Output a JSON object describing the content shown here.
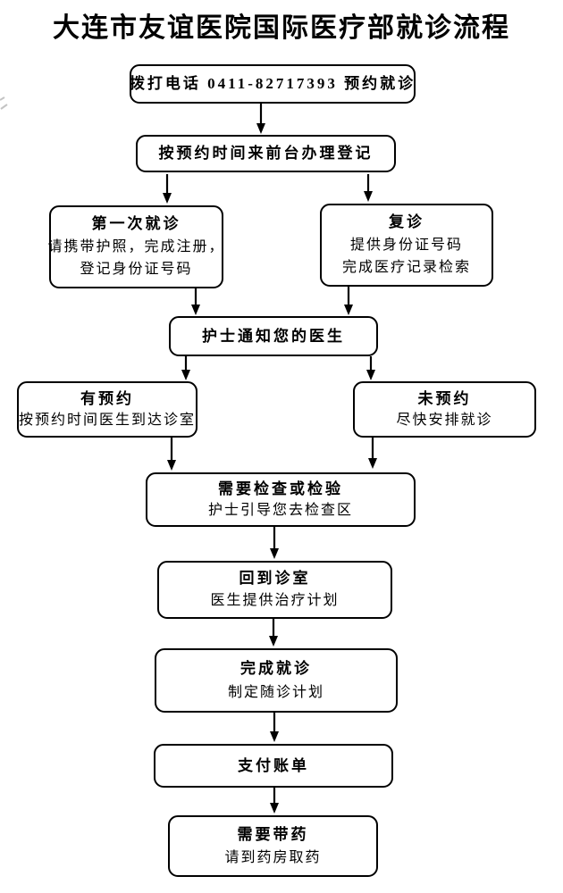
{
  "title": "大连市友谊医院国际医疗部就诊流程",
  "flowchart": {
    "colors": {
      "border": "#000000",
      "background": "#ffffff",
      "text": "#000000"
    },
    "nodes": {
      "call": {
        "title": "拨打电话 0411-82717393 预约就诊"
      },
      "register": {
        "title": "按预约时间来前台办理登记"
      },
      "first_visit": {
        "title": "第一次就诊",
        "line1": "请携带护照，完成注册，",
        "line2": "登记身份证号码"
      },
      "return_visit": {
        "title": "复诊",
        "line1": "提供身份证号码",
        "line2": "完成医疗记录检索"
      },
      "nurse_notify": {
        "title": "护士通知您的医生"
      },
      "with_appointment": {
        "title": "有预约",
        "line1": "按预约时间医生到达诊室"
      },
      "without_appointment": {
        "title": "未预约",
        "line1": "尽快安排就诊"
      },
      "exam": {
        "title": "需要检查或检验",
        "line1": "护士引导您去检查区"
      },
      "back_to_room": {
        "title": "回到诊室",
        "line1": "医生提供治疗计划"
      },
      "complete": {
        "title": "完成就诊",
        "line1": "制定随诊计划"
      },
      "pay": {
        "title": "支付账单"
      },
      "medicine": {
        "title": "需要带药",
        "line1": "请到药房取药"
      }
    }
  }
}
